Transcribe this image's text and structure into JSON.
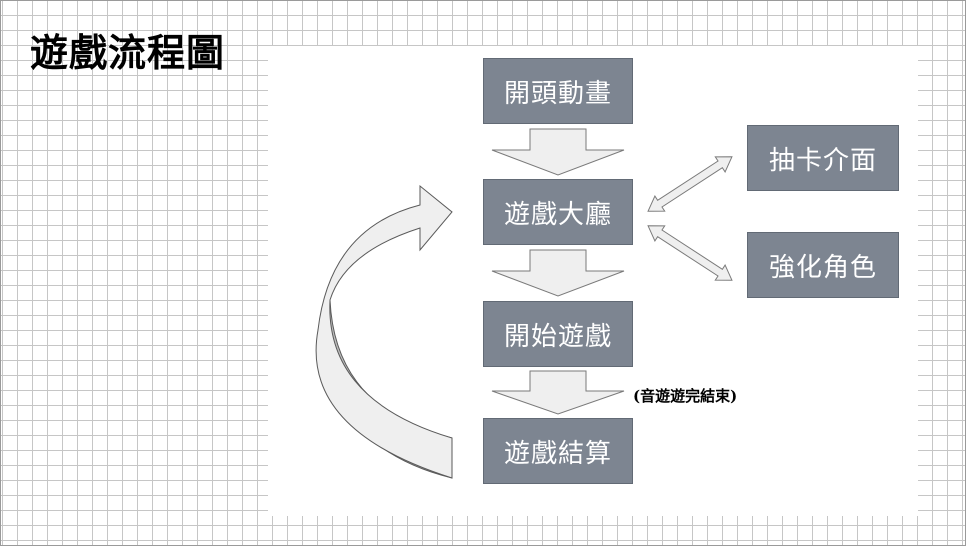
{
  "slide": {
    "title": "遊戲流程圖"
  },
  "flow": {
    "intro_animation": "開頭動畫",
    "game_lobby": "遊戲大廳",
    "start_game": "開始遊戲",
    "game_settlement": "遊戲結算",
    "gacha_interface": "抽卡介面",
    "upgrade_character": "強化角色",
    "settlement_note": "(音遊遊完結束)"
  },
  "colors": {
    "box_fill": "#7d8591",
    "arrow_fill": "#efefef",
    "curve_shade": "#bdbdbd"
  }
}
